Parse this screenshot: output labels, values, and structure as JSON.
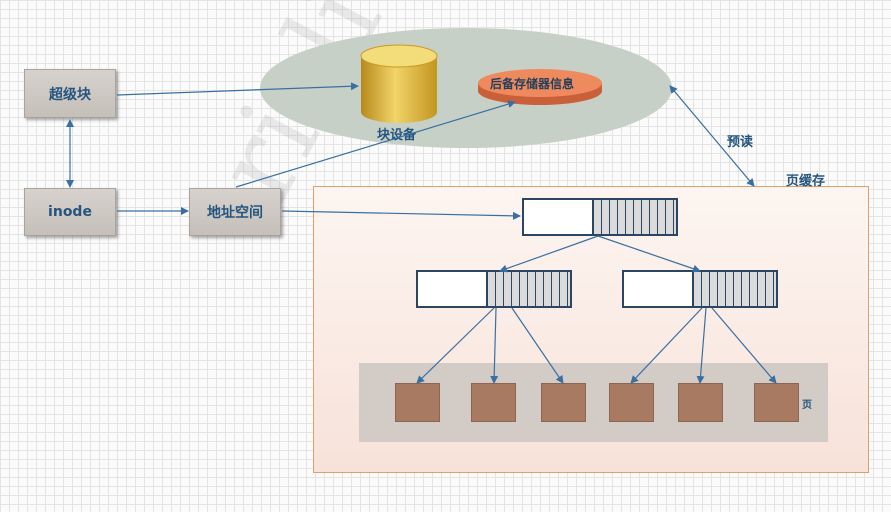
{
  "diagram": {
    "superblock": "超级块",
    "inode": "inode",
    "address_space": "地址空间",
    "block_device": "块设备",
    "backing_store_info": "后备存储器信息",
    "readahead": "预读",
    "page_cache": "页缓存",
    "page": "页",
    "watermark": "ricliwei"
  },
  "colors": {
    "text": "#25557f",
    "arrow": "#3a6fa1",
    "node_border": "#2c4563",
    "page_fill": "#a97a62",
    "cylinder": "#e3b93a",
    "disc": "#ef8a5e"
  }
}
